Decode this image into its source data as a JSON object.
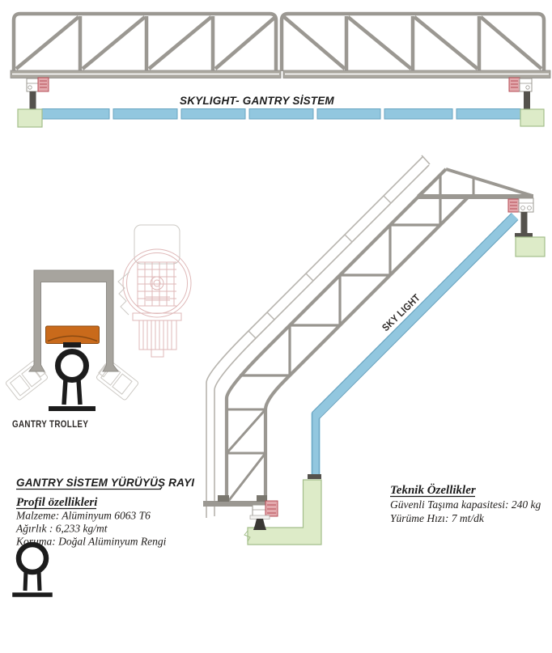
{
  "drawing": {
    "title": "SKYLIGHT- GANTRY SİSTEM",
    "labels": {
      "trolley": "GANTRY TROLLEY",
      "skylight_run": "SKY LIGHT"
    },
    "rail_spec": {
      "heading": "GANTRY SİSTEM YÜRÜYÜŞ RAYI",
      "subheading": "Profil özellikleri",
      "material": "Malzeme: Alüminyum 6063 T6",
      "weight": "Ağırlık : 6,233 kg/mt",
      "finish": "Koruma: Doğal Alüminyum Rengi"
    },
    "tech_spec": {
      "heading": "Teknik Özellikler",
      "capacity": "Güvenli Taşıma kapasitesi: 240 kg",
      "speed": "Yürüme Hızı: 7 mt/dk"
    },
    "colors": {
      "steel_gray": "#9b9892",
      "skylight_blue": "#92c7df",
      "blue_edge": "#69a5c2",
      "base_green": "#ddebc8",
      "green_edge": "#a3bd8a",
      "wheel_orange": "#c96a1b",
      "motor_pink": "#e3a9ad",
      "motor_red": "#b44c55",
      "profile_black": "#1c1c1c"
    }
  }
}
